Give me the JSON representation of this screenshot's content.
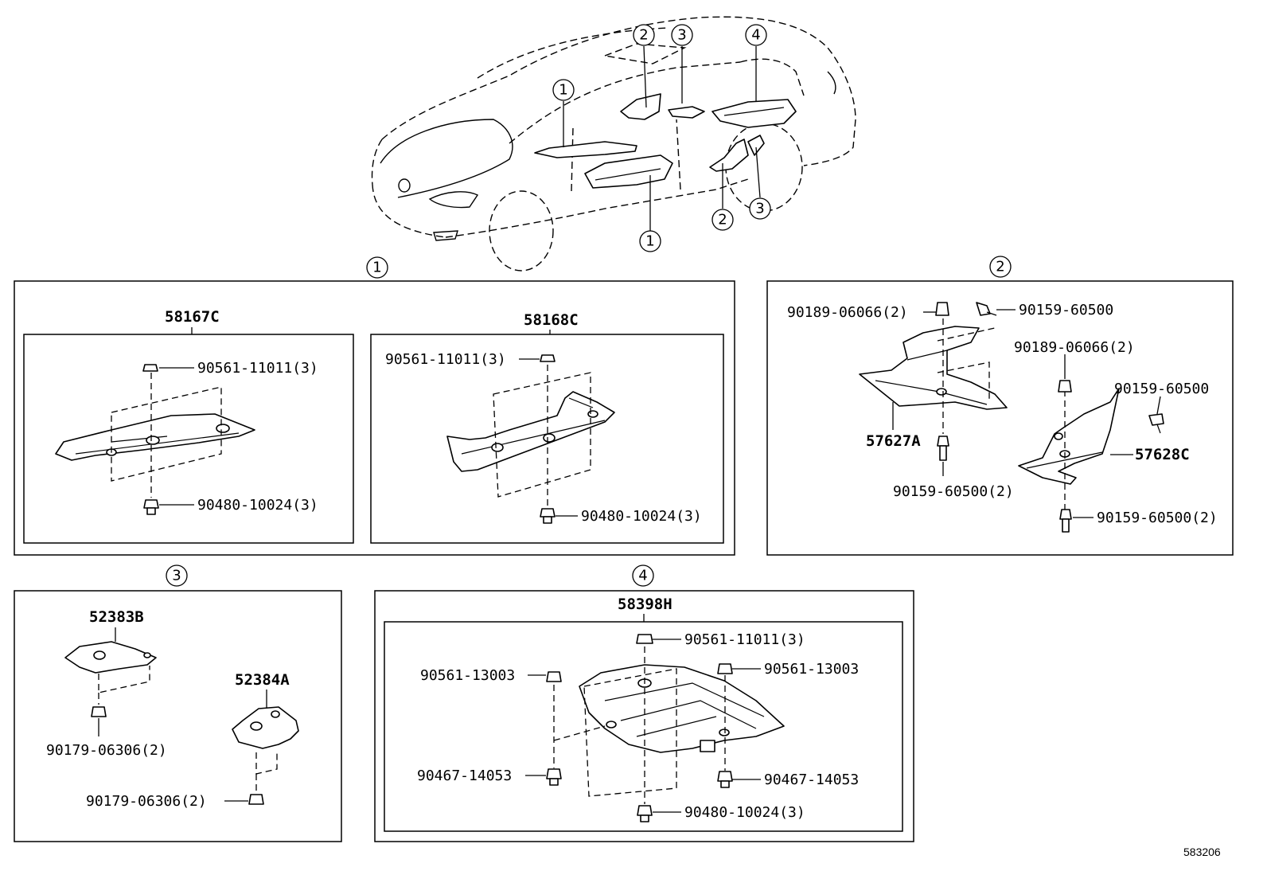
{
  "car": {
    "callouts": [
      "1",
      "1",
      "2",
      "2",
      "3",
      "3",
      "4"
    ]
  },
  "section1": {
    "number": "1",
    "left": {
      "part": "58167C",
      "top_fastener": "90561-11011(3)",
      "bottom_fastener": "90480-10024(3)"
    },
    "right": {
      "part": "58168C",
      "top_fastener": "90561-11011(3)",
      "bottom_fastener": "90480-10024(3)"
    }
  },
  "section2": {
    "number": "2",
    "labels": {
      "a": "90189-06066(2)",
      "b": "90159-60500",
      "c": "90189-06066(2)",
      "d": "90159-60500",
      "e": "57627A",
      "f": "57628C",
      "g": "90159-60500(2)",
      "h": "90159-60500(2)"
    }
  },
  "section3": {
    "number": "3",
    "part_a": "52383B",
    "part_b": "52384A",
    "fastener_a": "90179-06306(2)",
    "fastener_b": "90179-06306(2)"
  },
  "section4": {
    "number": "4",
    "part": "58398H",
    "labels": {
      "top": "90561-11011(3)",
      "left_top": "90561-13003",
      "right_top": "90561-13003",
      "left_bottom": "90467-14053",
      "right_bottom": "90467-14053",
      "bottom": "90480-10024(3)"
    }
  },
  "reference_number": "583206"
}
